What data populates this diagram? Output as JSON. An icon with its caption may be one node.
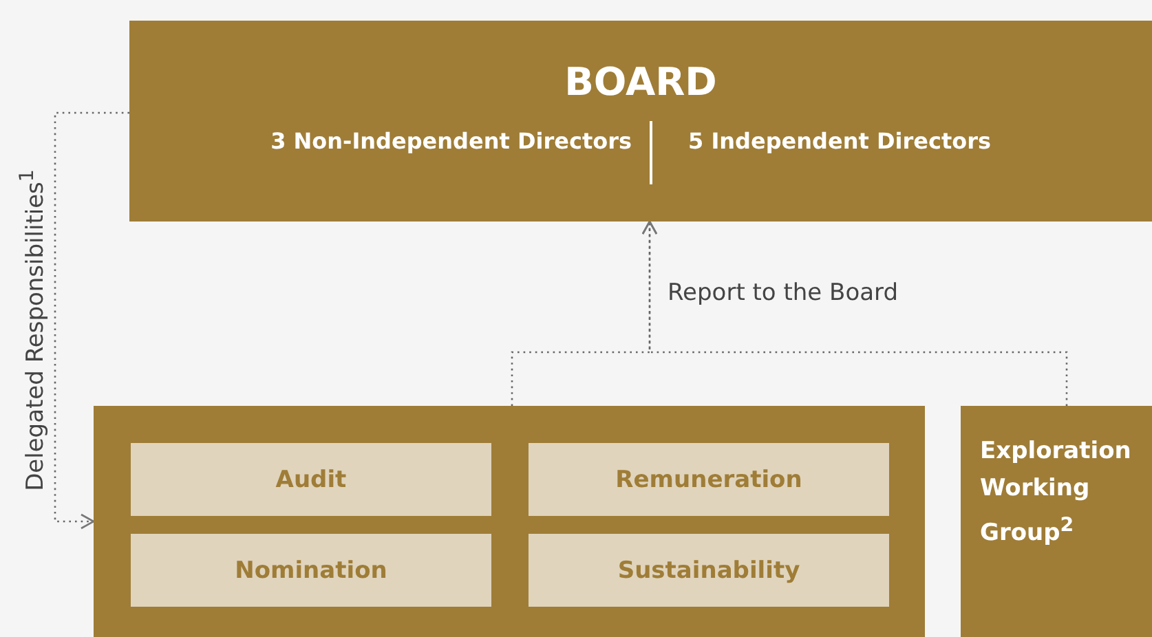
{
  "diagram": {
    "nodes": [
      {
        "text": [
          "BOARD",
          "3 Non-Independent Directors",
          "5 Independent Directors"
        ]
      },
      {
        "text": [],
        "shape": "box"
      },
      {
        "text": [
          "Audit"
        ],
        "in": 1
      },
      {
        "text": [
          "Remuneration"
        ],
        "in": 1
      },
      {
        "text": [
          "Nomination"
        ],
        "in": 1
      },
      {
        "text": [
          "Sustainability"
        ],
        "in": 1
      },
      {
        "text": [
          "Exploration Working Group$^{2}$"
        ]
      }
    ],
    "edges": [
      {
        "from": 1,
        "to": 0,
        "arrow": "to",
        "style": "dashed",
        "label": "Report to the Board"
      },
      {
        "from": 6,
        "to": 0,
        "arrow": "to",
        "style": "dashed"
      },
      {
        "from": 0,
        "to": 1,
        "arrow": "to",
        "style": "dashed",
        "label": "Delegated Responsibilities$^{1}$"
      }
    ]
  }
}
